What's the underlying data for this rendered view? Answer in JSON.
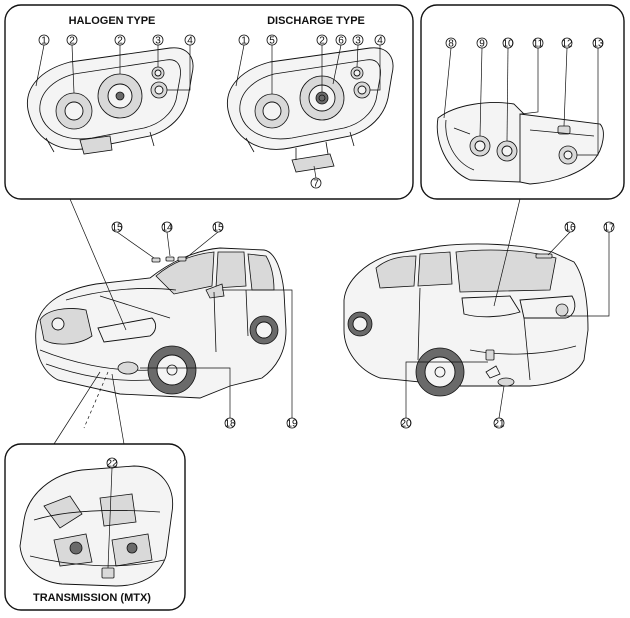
{
  "panels": {
    "halogen": {
      "title": "HALOGEN TYPE"
    },
    "discharge": {
      "title": "DISCHARGE TYPE"
    },
    "transmission": {
      "title": "TRANSMISSION (MTX)"
    }
  },
  "callouts": {
    "c1a": "1",
    "c2a": "2",
    "c2b": "2",
    "c3a": "3",
    "c4a": "4",
    "c1b": "1",
    "c5": "5",
    "c2c": "2",
    "c6": "6",
    "c3b": "3",
    "c4b": "4",
    "c7": "7",
    "c8": "8",
    "c9": "9",
    "c10": "10",
    "c11": "11",
    "c12": "12",
    "c13": "13",
    "c15a": "15",
    "c14": "14",
    "c15b": "15",
    "c18": "18",
    "c19": "19",
    "c16": "16",
    "c17": "17",
    "c20": "20",
    "c21": "21",
    "c22": "22"
  }
}
